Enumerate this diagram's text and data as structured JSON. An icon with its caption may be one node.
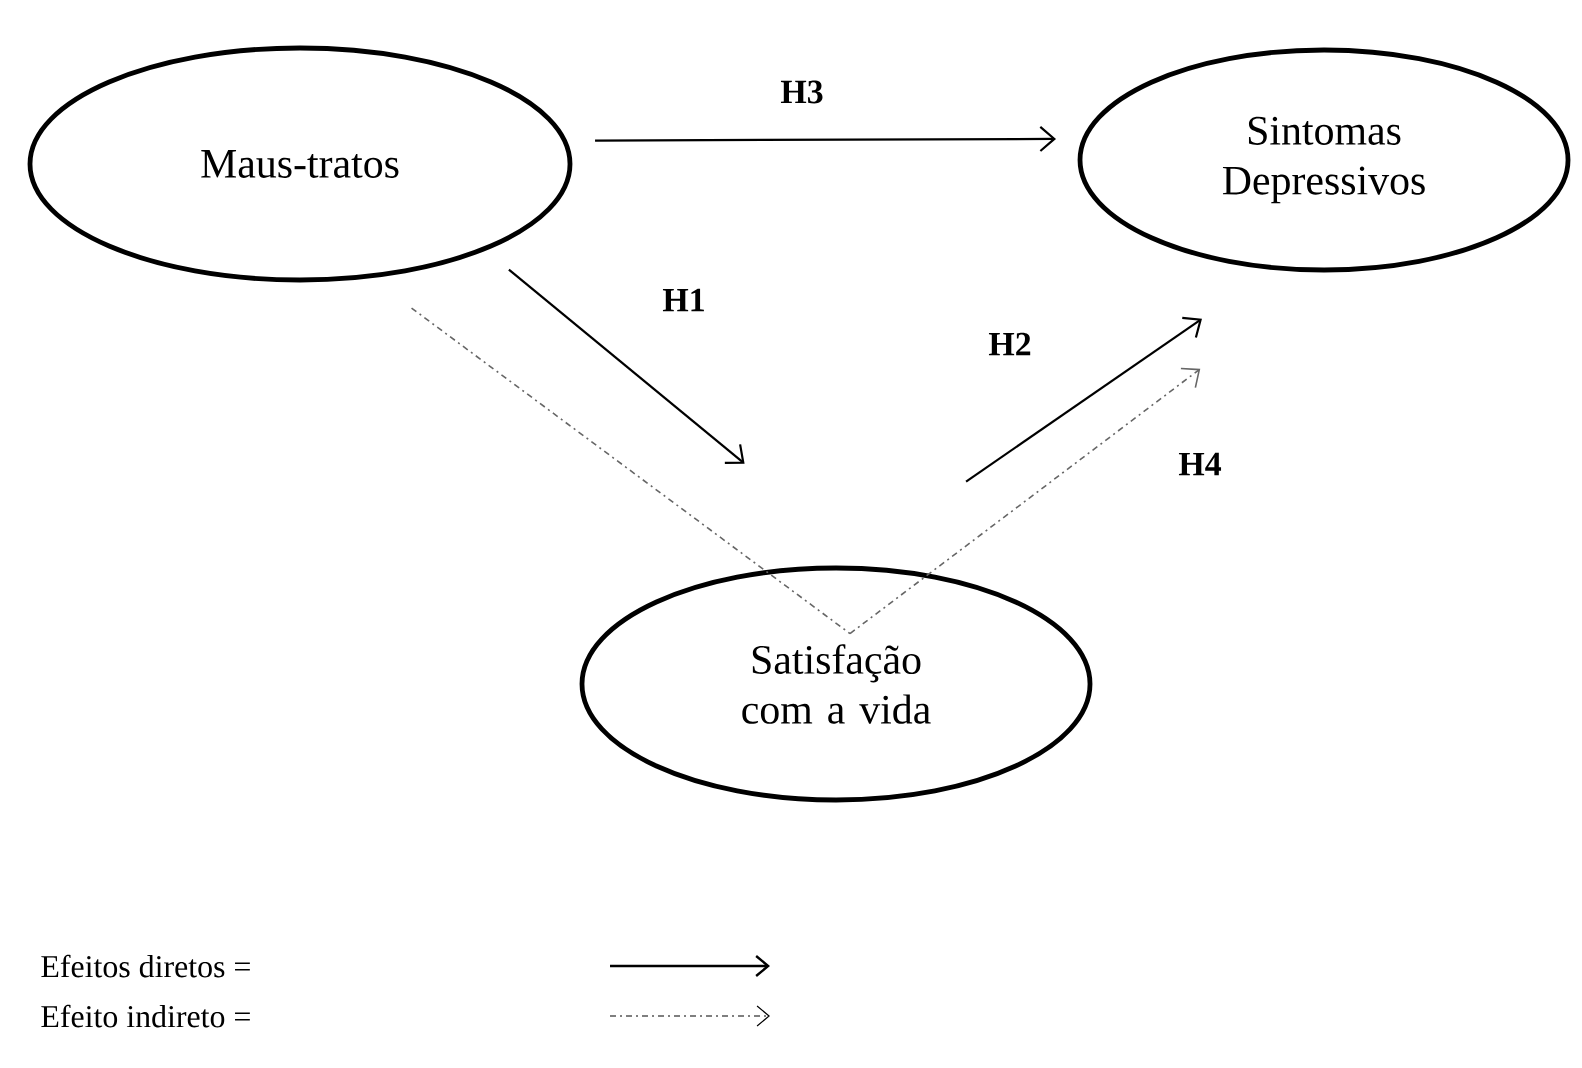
{
  "diagram": {
    "nodes": [
      {
        "text": [
          "Maus-tratos"
        ]
      },
      {
        "text": [
          "Sintomas Depressivos"
        ]
      },
      {
        "text": [
          "Satisfação com a vida"
        ]
      }
    ],
    "edges": [
      {
        "from": 0,
        "to": 1,
        "arrow": "to",
        "label": "H3"
      },
      {
        "from": 0,
        "to": 2,
        "arrow": "to",
        "label": "H1"
      },
      {
        "from": 2,
        "to": 1,
        "arrow": "to",
        "label": "H2"
      },
      {
        "from": 0,
        "to": 2,
        "arrow": "none",
        "style": "dashed",
        "color": "#666666"
      },
      {
        "from": 2,
        "to": 1,
        "arrow": "to",
        "label": "H4",
        "style": "dashed",
        "color": "#666666"
      }
    ],
    "legend": [
      {
        "text": "Efeitos diretos ="
      },
      {
        "text": "Efeito indireto ="
      }
    ]
  }
}
